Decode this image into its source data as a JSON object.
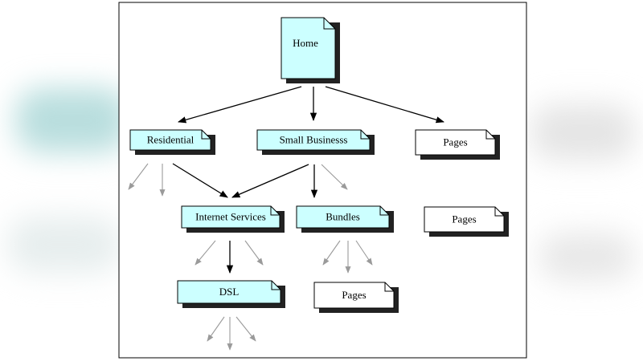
{
  "diagram": {
    "colors": {
      "fill_blue": "#ccffff",
      "fill_white": "#ffffff",
      "stroke": "#000000",
      "shadow": "#222222",
      "arrow_dark": "#000000",
      "arrow_light": "#9a9a9a",
      "frame": "#000000"
    },
    "nodes": [
      {
        "id": "home",
        "label": "Home",
        "shape": "page-tall",
        "color": "blue"
      },
      {
        "id": "residential",
        "label": "Residential",
        "shape": "page-wide",
        "color": "blue"
      },
      {
        "id": "small-business",
        "label": "Small Businesss",
        "shape": "page-wide",
        "color": "blue"
      },
      {
        "id": "pages-1",
        "label": "Pages",
        "shape": "page-wide",
        "color": "white"
      },
      {
        "id": "internet-services",
        "label": "Internet Services",
        "shape": "page-wide",
        "color": "blue"
      },
      {
        "id": "bundles",
        "label": "Bundles",
        "shape": "page-wide",
        "color": "blue"
      },
      {
        "id": "pages-2",
        "label": "Pages",
        "shape": "page-wide",
        "color": "white"
      },
      {
        "id": "dsl",
        "label": "DSL",
        "shape": "page-wide",
        "color": "blue"
      },
      {
        "id": "pages-3",
        "label": "Pages",
        "shape": "page-wide",
        "color": "white"
      }
    ],
    "edges": [
      {
        "from": "home",
        "to": "residential",
        "style": "dark"
      },
      {
        "from": "home",
        "to": "small-business",
        "style": "dark"
      },
      {
        "from": "home",
        "to": "pages-1",
        "style": "dark"
      },
      {
        "from": "residential",
        "to": "internet-services",
        "style": "dark"
      },
      {
        "from": "small-business",
        "to": "internet-services",
        "style": "dark"
      },
      {
        "from": "small-business",
        "to": "bundles",
        "style": "dark"
      },
      {
        "from": "internet-services",
        "to": "dsl",
        "style": "dark"
      },
      {
        "from": "residential",
        "to": null,
        "style": "light"
      },
      {
        "from": "residential",
        "to": null,
        "style": "light"
      },
      {
        "from": "small-business",
        "to": null,
        "style": "light"
      },
      {
        "from": "internet-services",
        "to": null,
        "style": "light"
      },
      {
        "from": "internet-services",
        "to": null,
        "style": "light"
      },
      {
        "from": "bundles",
        "to": null,
        "style": "light"
      },
      {
        "from": "bundles",
        "to": null,
        "style": "light"
      },
      {
        "from": "bundles",
        "to": null,
        "style": "light"
      },
      {
        "from": "dsl",
        "to": null,
        "style": "light"
      },
      {
        "from": "dsl",
        "to": null,
        "style": "light"
      },
      {
        "from": "dsl",
        "to": null,
        "style": "light"
      }
    ]
  }
}
